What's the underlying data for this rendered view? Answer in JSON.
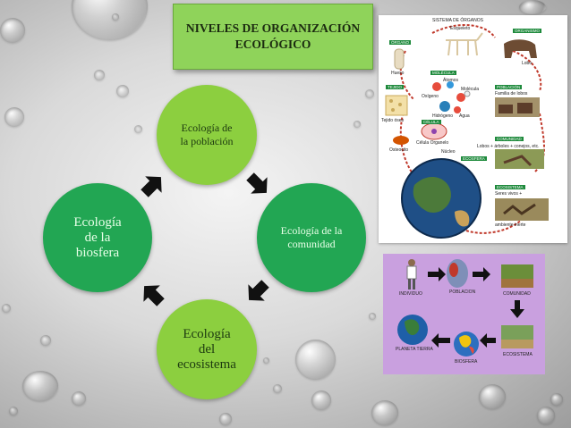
{
  "title": {
    "line1": "NIVELES DE ORGANIZACIÓN",
    "line2": "ECOLÓGICO"
  },
  "cycle": {
    "poblacion": [
      "Ecología de",
      "la población"
    ],
    "comunidad": [
      "Ecología de la",
      "comunidad"
    ],
    "ecosistema": [
      "Ecología",
      "del",
      "ecosistema"
    ],
    "biosfera": [
      "Ecología",
      "de la",
      "biosfera"
    ]
  },
  "figure1": {
    "header": "SISTEMA DE ÓRGANOS",
    "skeleton": "Esqueleto",
    "organo": "ÓRGANO",
    "hueso": "Hueso",
    "organismo": "ORGANISMO",
    "lobo": "Lobo",
    "tejido": "TEJIDO",
    "tejido_oseo": "Tejido óseo",
    "molecula_tag": "MOLÉCULA",
    "atomos": "Átomos",
    "oxigeno": "Oxígeno",
    "molecula": "Molécula",
    "hidrogeno": "Hidrógeno",
    "agua": "Agua",
    "celula_tag": "CÉLULA",
    "celula_organelo": "Célula Organelo",
    "nucleo": "Núcleo",
    "osteocito": "Osteocito",
    "poblacion_tag": "POBLACIÓN",
    "familia_lobos": "Familia de lobos",
    "comunidad_tag": "COMUNIDAD",
    "comunidad_desc": "Lobos + árboles + conejos, etc.",
    "ecosfera_tag": "ECOSFERA",
    "ecosistema_tag": "ECOSISTEMA",
    "ecosistema_desc1": "Seres vivos +",
    "ecosistema_desc2": "ambiente inerte"
  },
  "figure2": {
    "individuo": "INDIVIDUO",
    "poblacion": "POBLACION",
    "comunidad": "COMUNIDAD",
    "ecosistema": "ECOSISTEMA",
    "biosfera": "BIOSFERA",
    "planeta": "PLANETA TIERRA"
  },
  "colors": {
    "title_bg": "#8fd35a",
    "light_green": "#8ccf3f",
    "dark_green": "#22a653",
    "arrow": "#111111",
    "panel2_bg": "#c9a0df"
  }
}
